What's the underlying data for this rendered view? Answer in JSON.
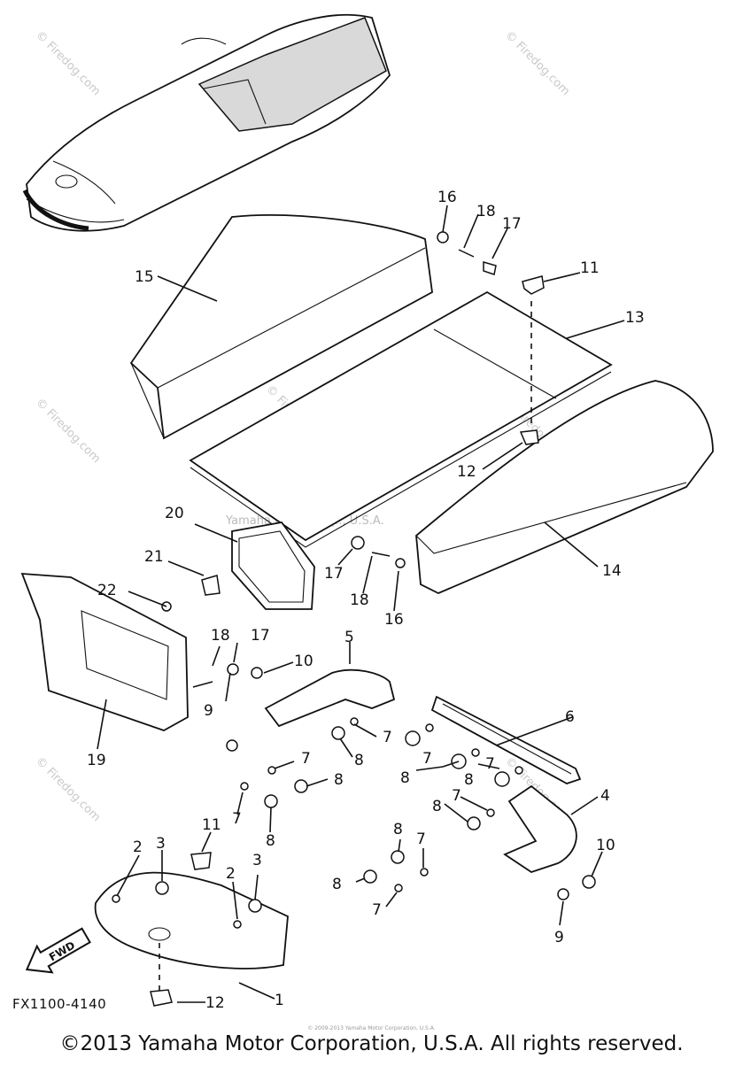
{
  "diagram": {
    "code": "FX1100-4140",
    "fwd_label": "FWD",
    "copyright": "©2013 Yamaha Motor Corporation, U.S.A. All rights reserved.",
    "small_copyright": "© 2009-2013 Yamaha Motor Corporation, U.S.A.",
    "watermark_text": "© Firedog.com",
    "center_watermark": "Yamaha Motor Corp., U.S.A.",
    "callouts": {
      "c15": "15",
      "c16a": "16",
      "c18a": "18",
      "c17a": "17",
      "c11a": "11",
      "c13": "13",
      "c12a": "12",
      "c14": "14",
      "c20": "20",
      "c21": "21",
      "c22": "22",
      "c17b": "17",
      "c18b": "18",
      "c16b": "16",
      "c18c": "18",
      "c17c": "17",
      "c10a": "10",
      "c5": "5",
      "c9a": "9",
      "c19": "19",
      "c6": "6",
      "c7a": "7",
      "c8a": "8",
      "c7b": "7",
      "c8b": "8",
      "c7c": "7",
      "c8c": "8",
      "c7d": "7",
      "c8d": "8",
      "c7e": "7",
      "c8e": "8",
      "c4": "4",
      "c8f": "8",
      "c7f": "7",
      "c8g": "8",
      "c7g": "7",
      "c8h": "8",
      "c7h": "7",
      "c10b": "10",
      "c9b": "9",
      "c2a": "2",
      "c3a": "3",
      "c11b": "11",
      "c2b": "2",
      "c3b": "3",
      "c12b": "12",
      "c1": "1"
    }
  }
}
